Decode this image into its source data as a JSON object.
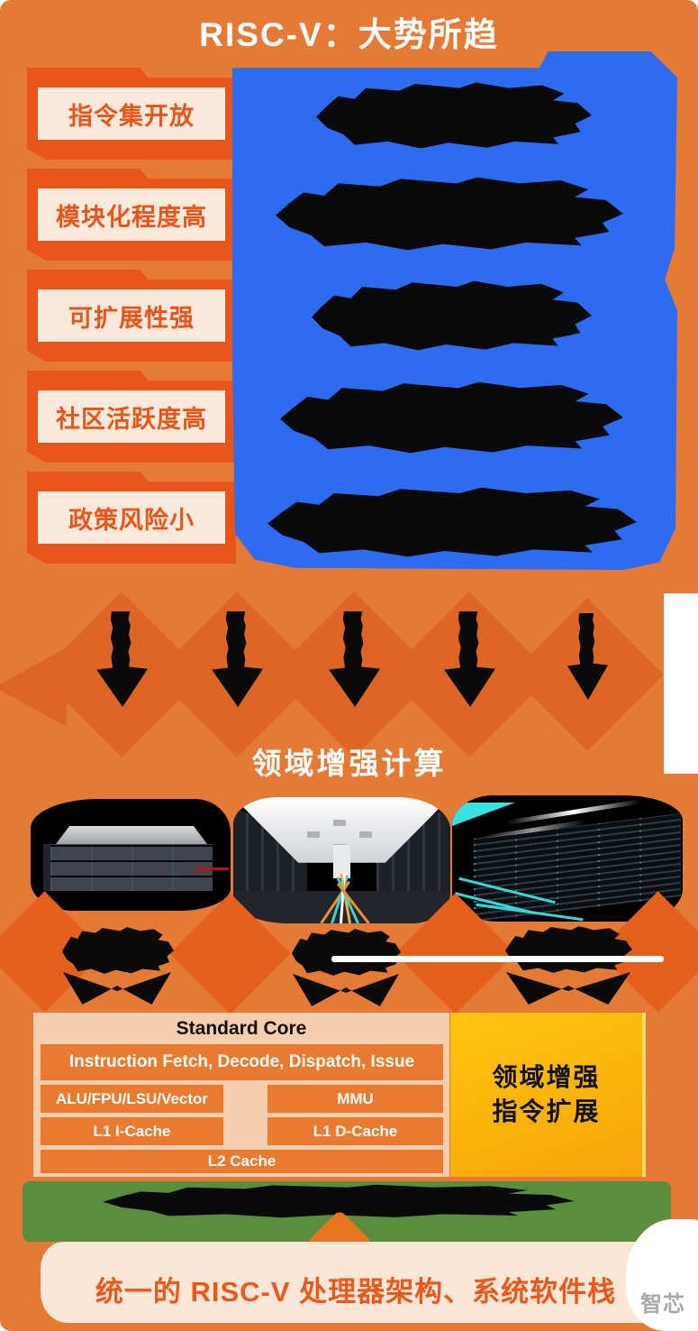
{
  "page": {
    "title": "RISC-V：大势所趋",
    "section2_title": "领域增强计算",
    "bottom_banner": "统一的 RISC-V 处理器架构、系统软件栈",
    "watermark": "智芯"
  },
  "features": [
    {
      "label": "指令集开放",
      "description_redacted": true
    },
    {
      "label": "模块化程度高",
      "description_redacted": true
    },
    {
      "label": "可扩展性强",
      "description_redacted": true
    },
    {
      "label": "社区活跃度高",
      "description_redacted": true
    },
    {
      "label": "政策风险小",
      "description_redacted": true
    }
  ],
  "photos": [
    {
      "name": "rack-server-photo",
      "caption_redacted": true
    },
    {
      "name": "data-center-corridor-photo",
      "caption_redacted": true
    },
    {
      "name": "server-room-photo",
      "caption_redacted": true
    }
  ],
  "core": {
    "title": "Standard Core",
    "pipeline": "Instruction Fetch, Decode, Dispatch, Issue",
    "exec": "ALU/FPU/LSU/Vector",
    "mmu": "MMU",
    "l1i": "L1 I-Cache",
    "l1d": "L1 D-Cache",
    "l2": "L2 Cache",
    "ext1": "领域增强",
    "ext2": "指令扩展"
  },
  "green_bar": {
    "text_redacted": true
  },
  "colors": {
    "background_orange": "#E57A36",
    "deco_orange": "#DD6526",
    "row_orange": "#E8551B",
    "cream": "#FBE9DC",
    "blue": "#2D6BF1",
    "core_panel_peach": "#F6CDAD",
    "core_box_orange": "#E97A2F",
    "extension_yellow": "#FFC50F",
    "green": "#5C8C3D",
    "bottom_cream": "#FBE6D8",
    "accent_text_orange": "#E8591B",
    "redaction_black": "#0A0A0A"
  }
}
